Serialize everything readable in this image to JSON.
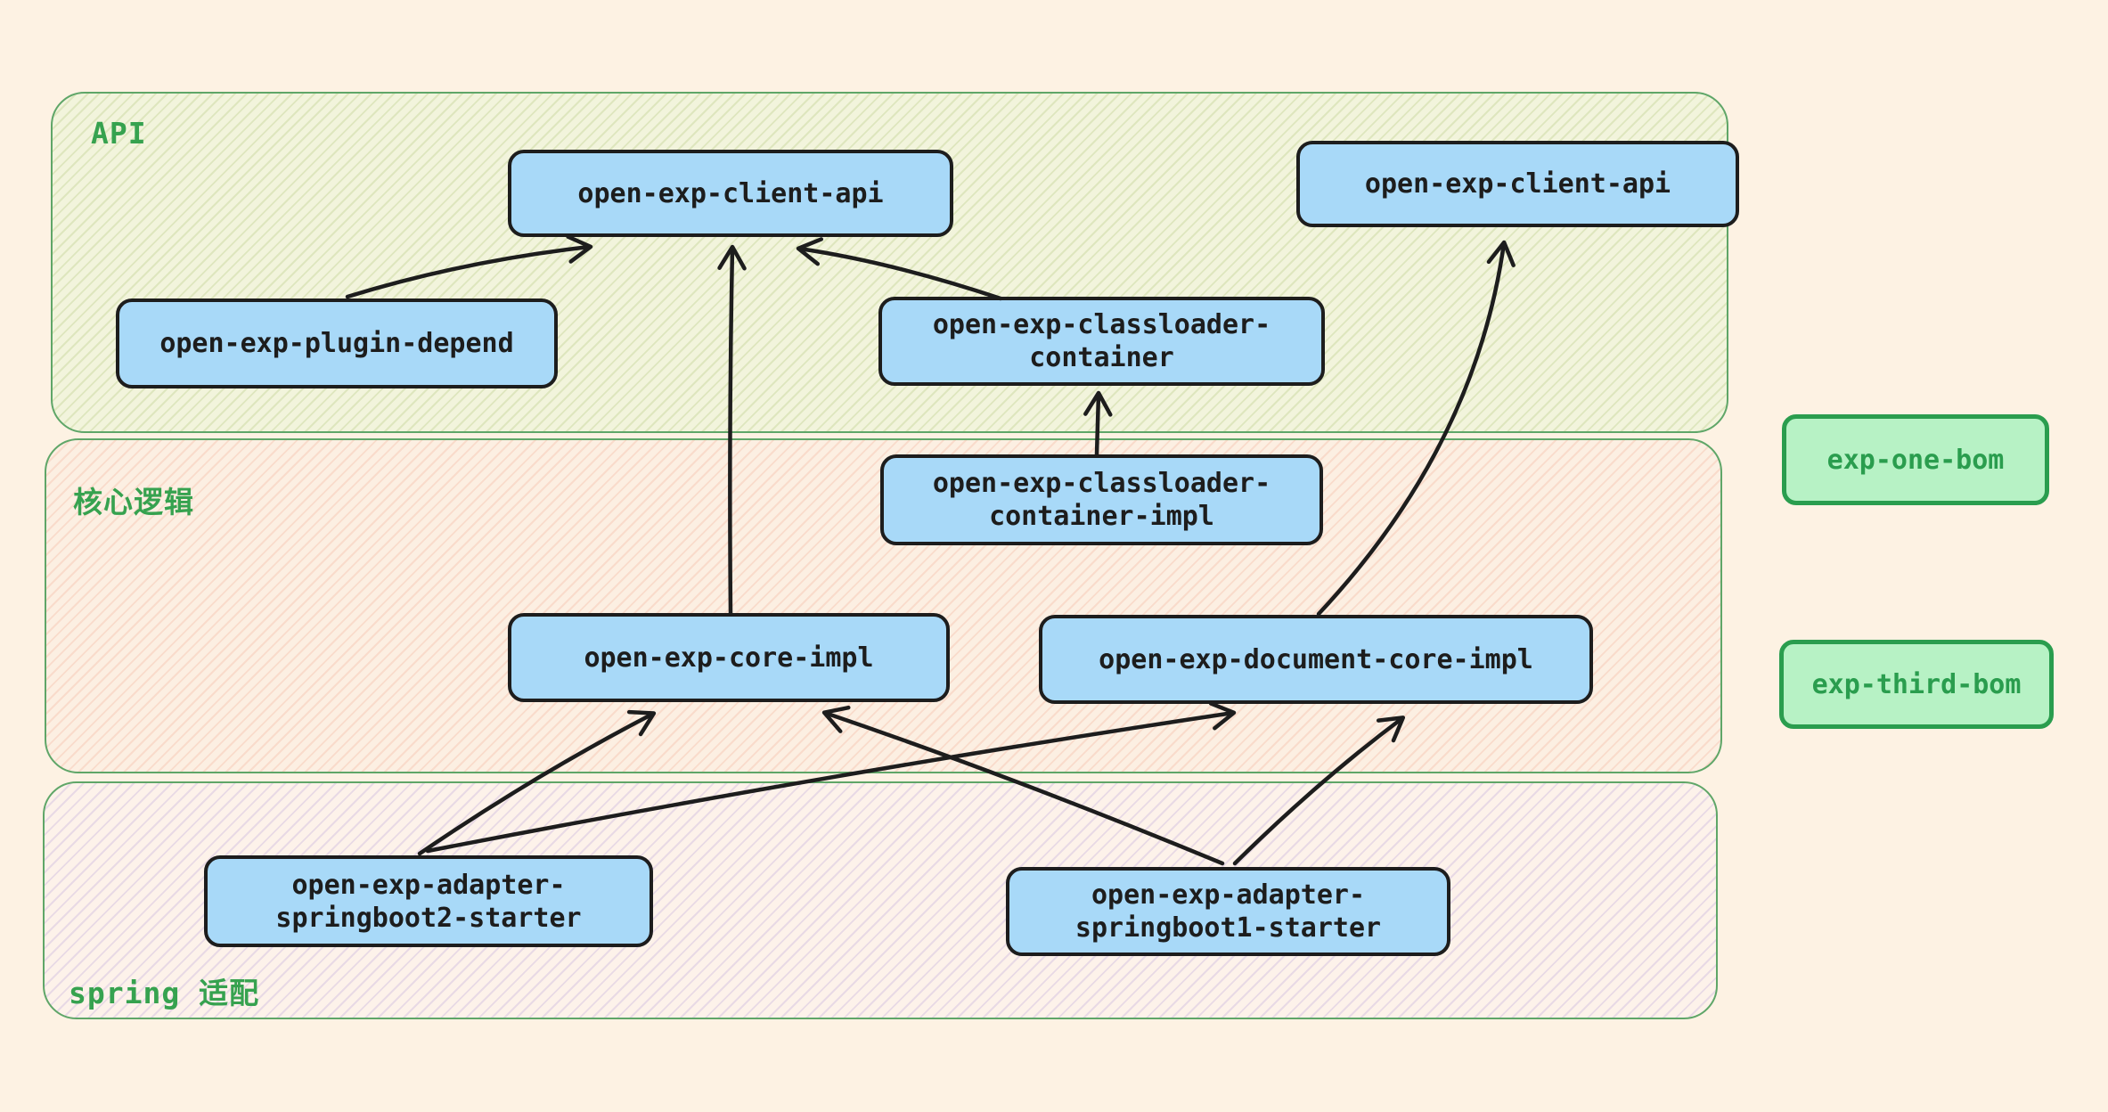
{
  "sections": {
    "api": {
      "label": "API"
    },
    "core": {
      "label": "核心逻辑"
    },
    "spring": {
      "label": "spring 适配"
    }
  },
  "nodes": {
    "client_api_left": {
      "lines": [
        "open-exp-client-api"
      ]
    },
    "client_api_right": {
      "lines": [
        "open-exp-client-api"
      ]
    },
    "plugin_depend": {
      "lines": [
        "open-exp-plugin-depend"
      ]
    },
    "classloader_container": {
      "lines": [
        "open-exp-classloader-",
        "container"
      ]
    },
    "classloader_container_impl": {
      "lines": [
        "open-exp-classloader-",
        "container-impl"
      ]
    },
    "core_impl": {
      "lines": [
        "open-exp-core-impl"
      ]
    },
    "document_core_impl": {
      "lines": [
        "open-exp-document-core-impl"
      ]
    },
    "adapter_springboot2": {
      "lines": [
        "open-exp-adapter-",
        "springboot2-starter"
      ]
    },
    "adapter_springboot1": {
      "lines": [
        "open-exp-adapter-",
        "springboot1-starter"
      ]
    }
  },
  "boms": {
    "one": {
      "label": "exp-one-bom"
    },
    "third": {
      "label": "exp-third-bom"
    }
  },
  "edges": [
    {
      "from": "open-exp-plugin-depend",
      "to": "open-exp-client-api (left)"
    },
    {
      "from": "open-exp-core-impl",
      "to": "open-exp-client-api (left)"
    },
    {
      "from": "open-exp-classloader-container",
      "to": "open-exp-client-api (left)"
    },
    {
      "from": "open-exp-classloader-container-impl",
      "to": "open-exp-classloader-container"
    },
    {
      "from": "open-exp-document-core-impl",
      "to": "open-exp-client-api (right)"
    },
    {
      "from": "open-exp-adapter-springboot2-starter",
      "to": "open-exp-core-impl"
    },
    {
      "from": "open-exp-adapter-springboot2-starter",
      "to": "open-exp-document-core-impl"
    },
    {
      "from": "open-exp-adapter-springboot1-starter",
      "to": "open-exp-core-impl"
    },
    {
      "from": "open-exp-adapter-springboot1-starter",
      "to": "open-exp-document-core-impl"
    }
  ],
  "colors": {
    "page_bg": "#fdf2e3",
    "node_fill": "#a8d9f8",
    "node_border": "#1d1d1d",
    "arrow": "#1d1d1d",
    "section_border": "#5fa668",
    "label_green": "#36a24f",
    "api_section_bg": "#f2f4dc",
    "core_section_bg": "#fcefe2",
    "spring_section_bg": "#fdf2ea",
    "bom_fill": "#b7f2c5",
    "bom_border": "#2a9d4e"
  }
}
